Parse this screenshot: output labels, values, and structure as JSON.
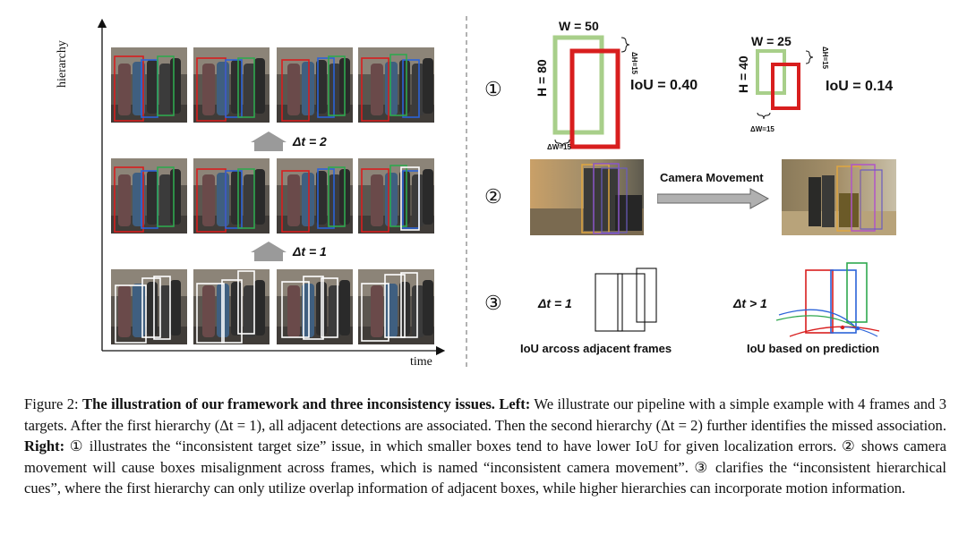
{
  "left": {
    "y_axis_label": "hierarchy",
    "x_axis_label": "time",
    "dt2_label": "Δt = 2",
    "dt1_label": "Δt = 1"
  },
  "right": {
    "row1": {
      "number": "①",
      "big": {
        "w_label": "W = 50",
        "h_label": "H = 80",
        "dh_label": "ΔH=15",
        "dw_label": "ΔW=15",
        "iou_label": "IoU = 0.40"
      },
      "small": {
        "w_label": "W = 25",
        "h_label": "H = 40",
        "dh_label": "ΔH=15",
        "dw_label": "ΔW=15",
        "iou_label": "IoU = 0.14"
      }
    },
    "row2": {
      "number": "②",
      "movement_label": "Camera Movement"
    },
    "row3": {
      "number": "③",
      "left_dt_label": "Δt = 1",
      "left_caption": "IoU arcoss adjacent frames",
      "right_dt_label": "Δt > 1",
      "right_caption": "IoU based on prediction"
    }
  },
  "caption": {
    "prefix": "Figure 2: ",
    "bold_title": "The illustration of our framework and three inconsistency issues. Left:",
    "text_1": " We illustrate our pipeline with a simple example with 4 frames and 3 targets. After the first hierarchy (Δt = 1), all adjacent detections are associated. Then the second hierarchy (Δt = 2) further identifies the missed association. ",
    "bold_right": "Right:",
    "text_2": " ① illustrates the “inconsistent target size” issue, in which smaller boxes tend to have lower IoU for given localization errors. ② shows camera movement will cause boxes misalignment across frames, which is named “inconsistent camera movement”. ③ clarifies the “inconsistent hierarchical cues”, where the first hierarchy can only utilize overlap information of adjacent boxes, while higher hierarchies can incorporate motion information."
  },
  "colors": {
    "red": "#d81e1e",
    "green": "#2fa84f",
    "blue": "#2b63d9",
    "white_box": "#ffffff",
    "light_green": "#a8cf8a",
    "arrow_gray": "#9a9a9a"
  }
}
